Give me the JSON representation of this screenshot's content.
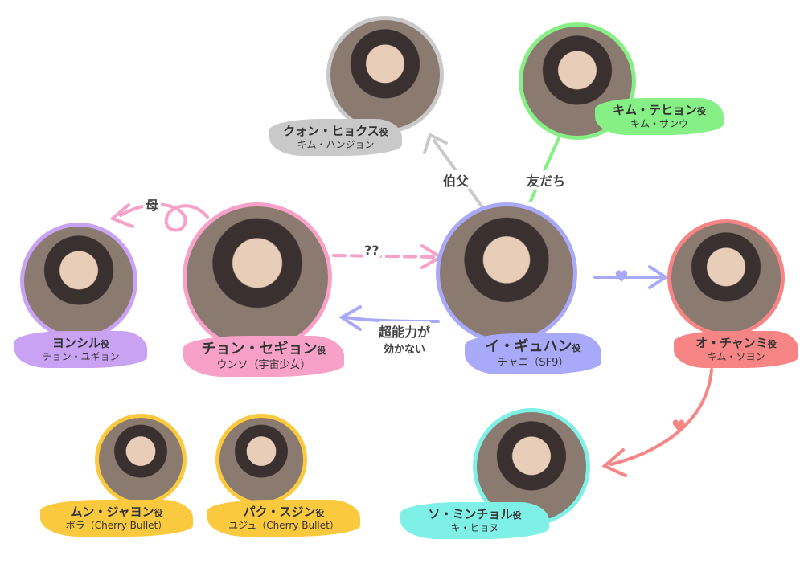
{
  "colors": {
    "gray": "#c9c9c9",
    "green": "#86ef86",
    "purple": "#c9a2f3",
    "pink": "#f7a1c8",
    "lavender": "#a9a9fa",
    "salmon": "#f78585",
    "cyan": "#7ff0e6",
    "yellow": "#fbc93e"
  },
  "characters": [
    {
      "id": "kwon",
      "role": "クォン・ヒョクス",
      "suffix": "役",
      "actor": "キム・ハンジョン"
    },
    {
      "id": "kim",
      "role": "キム・テヒョン",
      "suffix": "役",
      "actor": "キム・サンウ"
    },
    {
      "id": "yeonsil",
      "role": "ヨンシル",
      "suffix": "役",
      "actor": "チョン・ユギョン"
    },
    {
      "id": "jeon",
      "role": "チョン・セギョン",
      "suffix": "役",
      "actor": "ウンソ（宇宙少女）"
    },
    {
      "id": "lee",
      "role": "イ・ギュハン",
      "suffix": "役",
      "actor": "チャニ（SF9）"
    },
    {
      "id": "oh",
      "role": "オ・チャンミ",
      "suffix": "役",
      "actor": "キム・ソヨン"
    },
    {
      "id": "seo",
      "role": "ソ・ミンチョル",
      "suffix": "役",
      "actor": "キ・ヒョヌ"
    },
    {
      "id": "moon",
      "role": "ムン・ジャヨン",
      "suffix": "役",
      "actor": "ボラ（Cherry Bullet）"
    },
    {
      "id": "park",
      "role": "パク・スジン",
      "suffix": "役",
      "actor": "ユジュ（Cherry Bullet）"
    }
  ],
  "relations": {
    "mother": "母",
    "question": "??",
    "no_power_1": "超能力が",
    "no_power_2": "効かない",
    "uncle": "伯父",
    "friend": "友だち",
    "love_1": "♥",
    "love_2": "♥"
  }
}
